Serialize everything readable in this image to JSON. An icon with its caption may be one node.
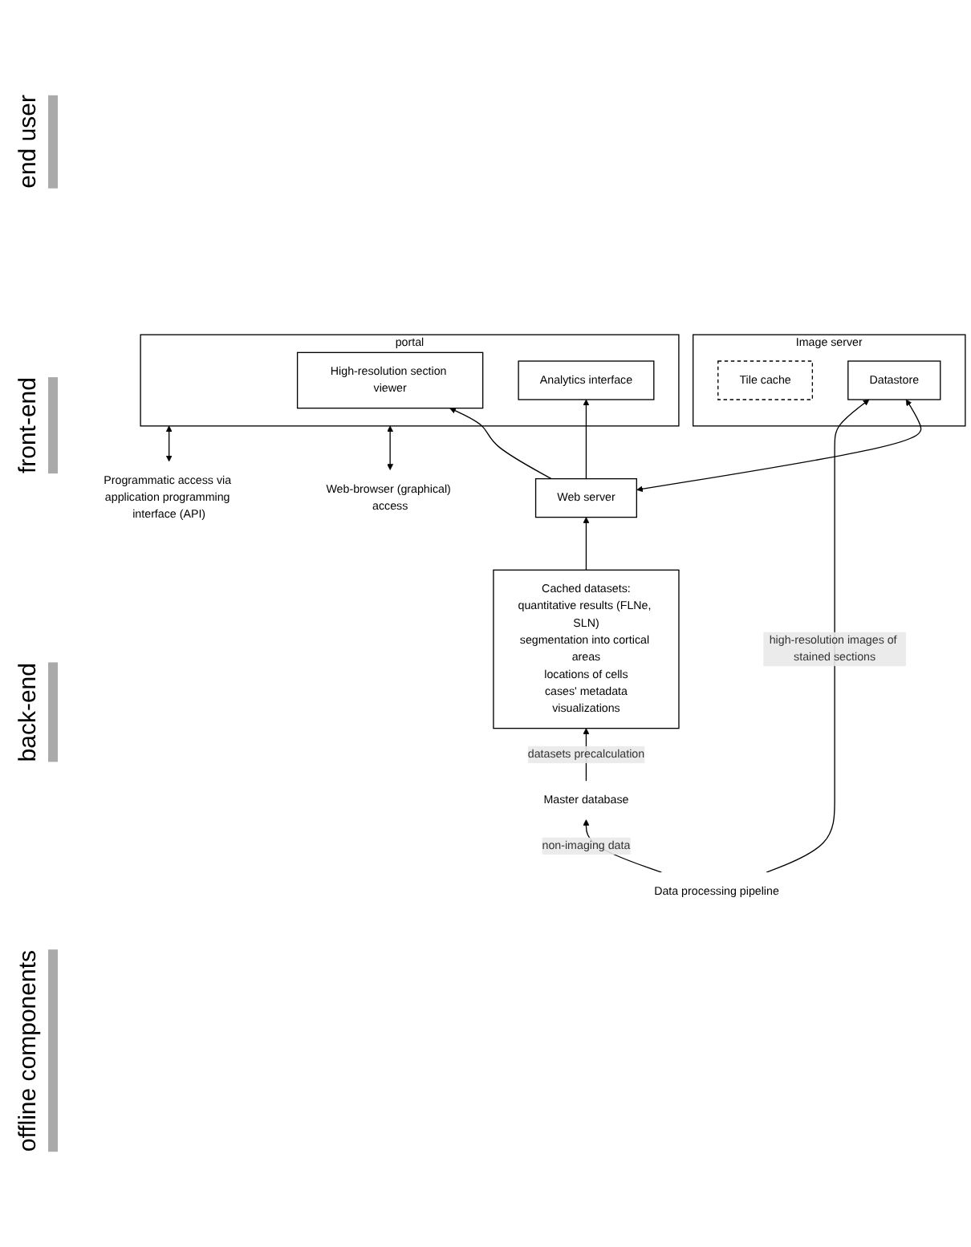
{
  "diagram": {
    "nodes": [
      {
        "text": [
          "Web-browser (graphical) access"
        ]
      },
      {
        "text": [
          "Programmatic access via application programming interface (API)"
        ]
      },
      {
        "text": [
          "portal"
        ]
      },
      {
        "text": [
          "High-resolution section viewer"
        ],
        "in": 2
      },
      {
        "text": [
          "Analytics interface"
        ],
        "in": 2
      },
      {
        "text": [
          "Web server"
        ]
      },
      {
        "text": [
          "Image server"
        ]
      },
      {
        "text": [
          "Tile cache"
        ],
        "in": 6
      },
      {
        "text": [
          "Datastore"
        ],
        "in": 6
      },
      {
        "text": [
          "Cached datasets:",
          "quantitative results (FLNe, SLN)",
          "segmentation into cortical areas",
          "locations of cells",
          "cases' metadata",
          "visualizations"
        ]
      },
      {
        "text": [
          "Data processing pipeline"
        ]
      },
      {
        "text": [
          "Master database"
        ]
      }
    ],
    "edges": [
      {
        "from": 0,
        "to": 2,
        "arrow": "both"
      },
      {
        "from": 1,
        "to": 2,
        "arrow": "both"
      },
      {
        "from": 5,
        "to": 3,
        "arrow": "to"
      },
      {
        "from": 5,
        "to": 4,
        "arrow": "to"
      },
      {
        "from": 5,
        "to": 8,
        "arrow": "both"
      },
      {
        "from": 9,
        "to": 5,
        "arrow": "to"
      },
      {
        "from": 10,
        "to": 8,
        "arrow": "to",
        "label": "high-resolution images of stained sections"
      },
      {
        "from": 11,
        "to": 9,
        "arrow": "to",
        "label": "datasets precalculation"
      },
      {
        "from": 10,
        "to": 11,
        "arrow": "to",
        "label": "non-imaging data"
      }
    ],
    "labels": [
      "end user",
      "front-end",
      "back-end",
      "offline components"
    ]
  }
}
